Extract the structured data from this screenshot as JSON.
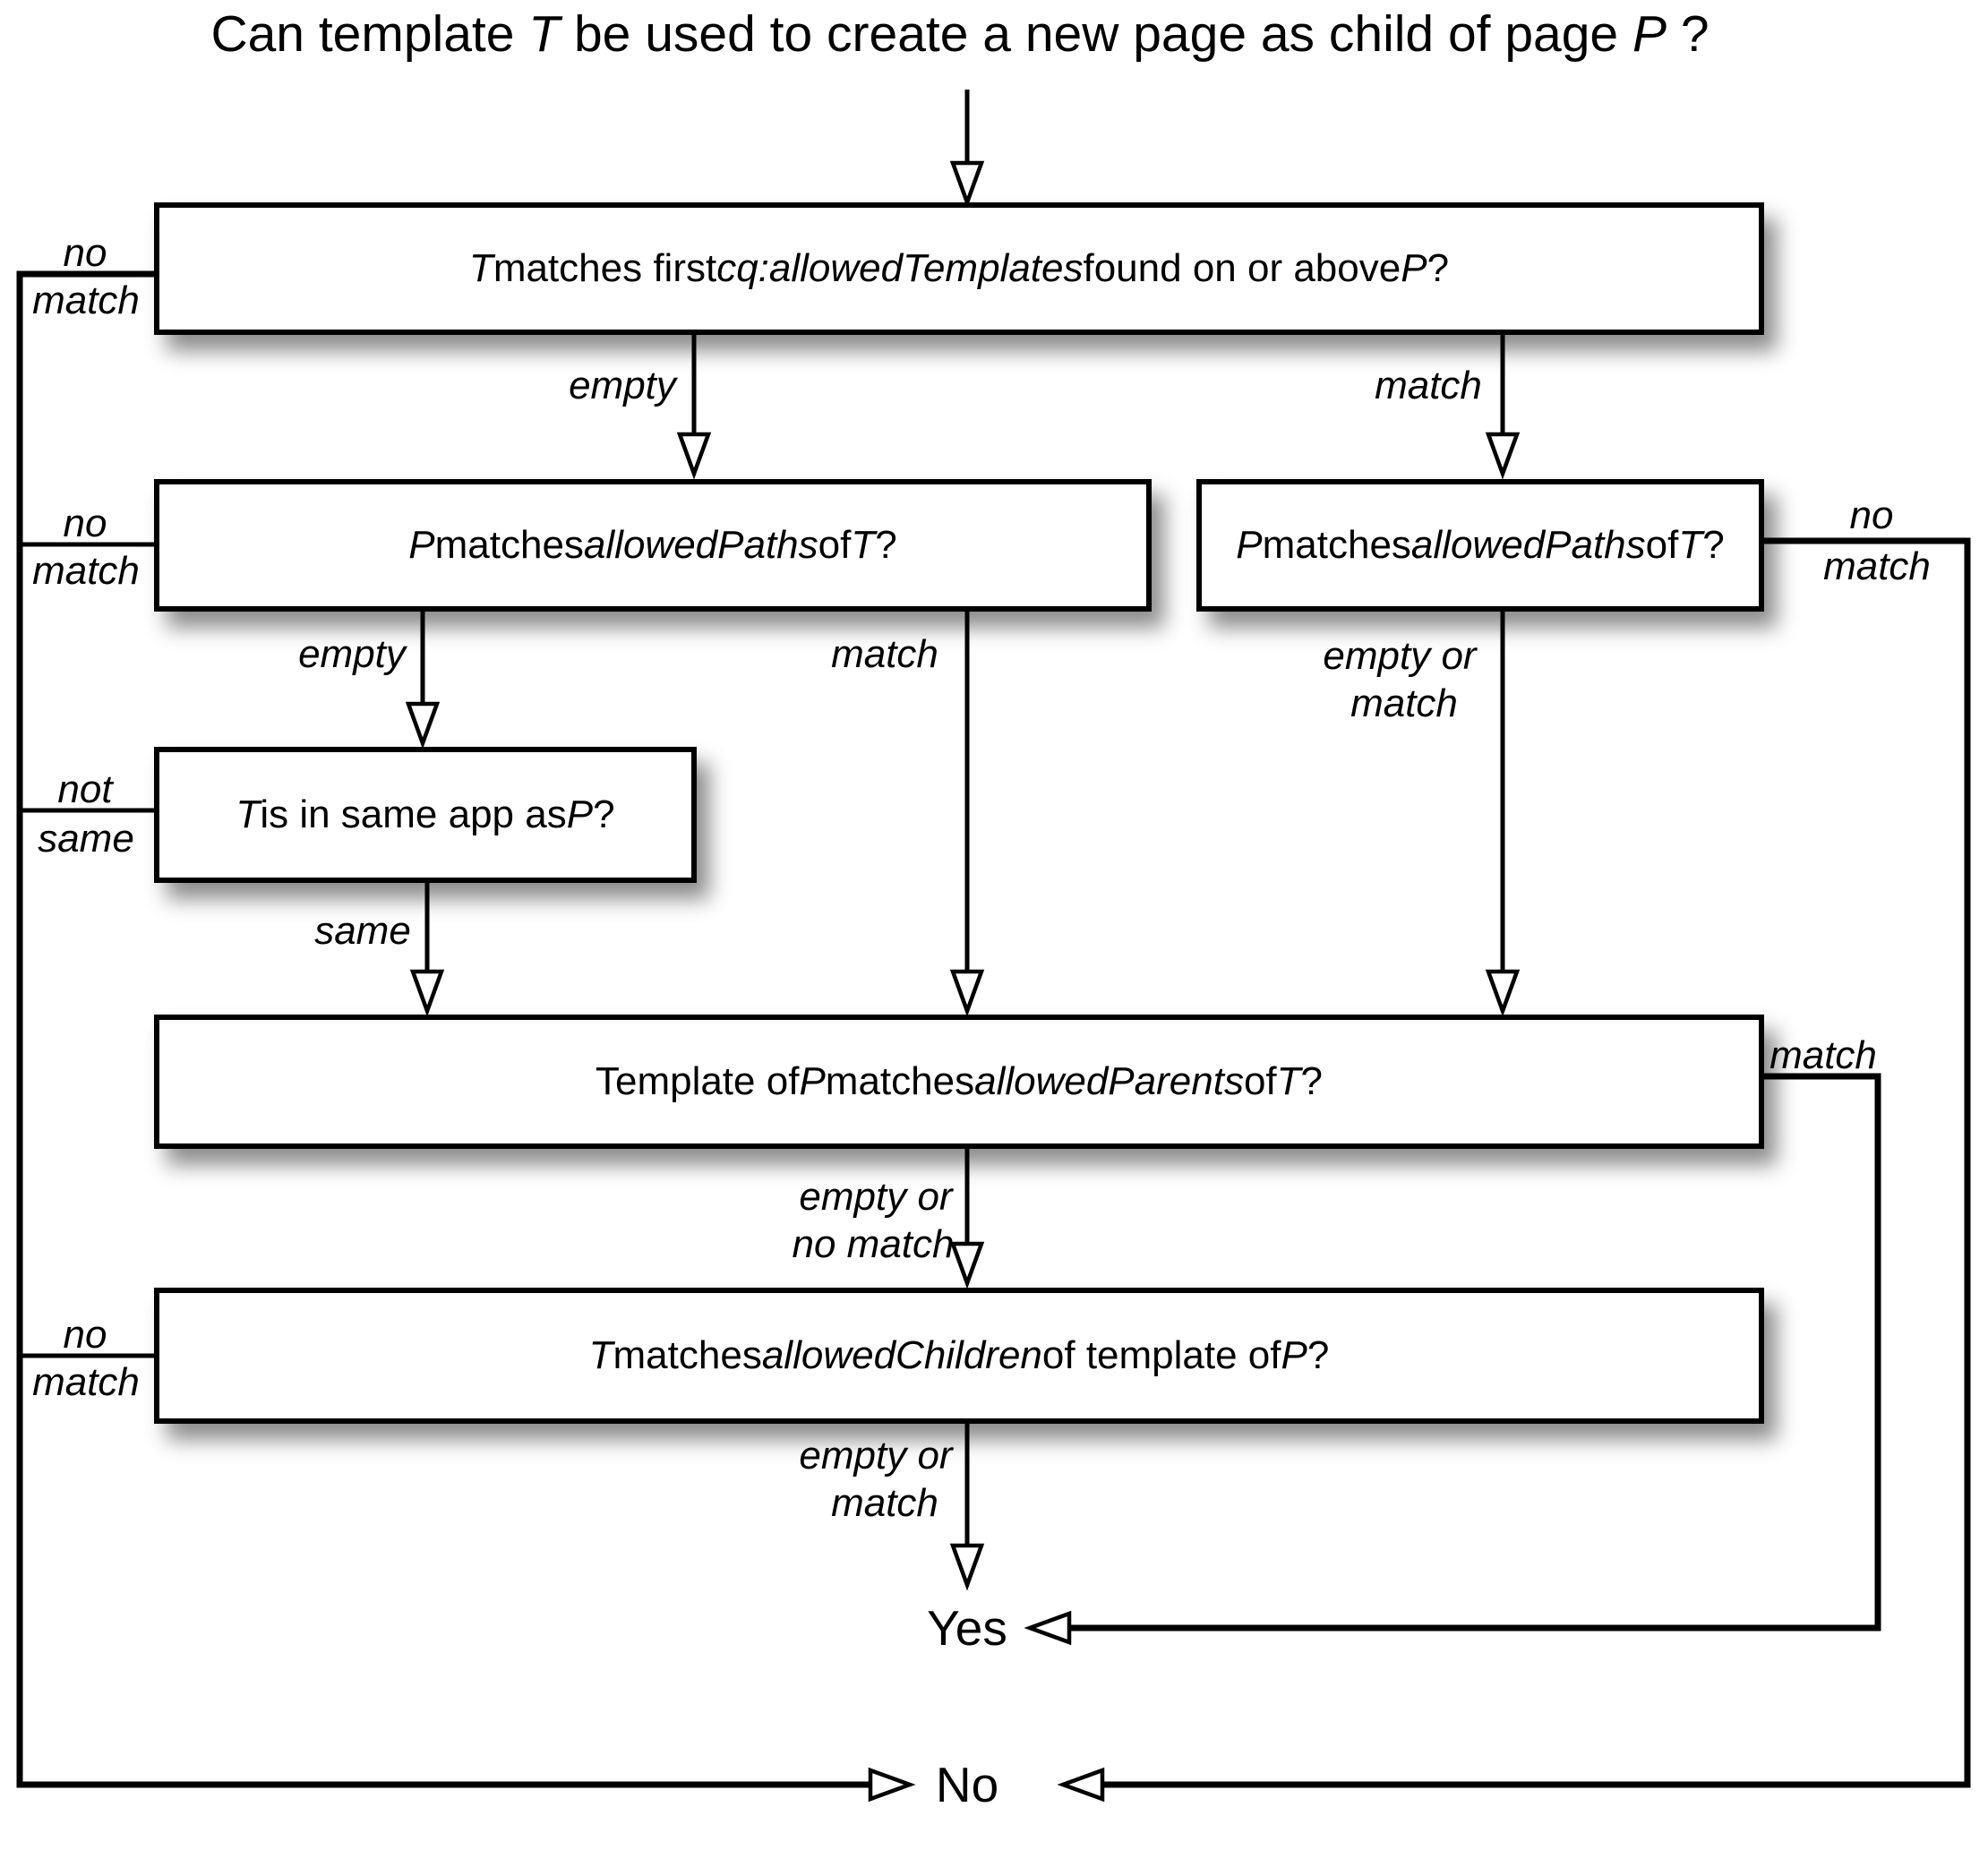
{
  "title_segments": [
    [
      "r",
      "Can template "
    ],
    [
      "i",
      "T"
    ],
    [
      "r",
      " be used to create a new page as child of page "
    ],
    [
      "i",
      "P"
    ],
    [
      "r",
      " ?"
    ]
  ],
  "nodes": {
    "allowed_templates": {
      "segments": [
        [
          "i",
          "T"
        ],
        [
          "r",
          " matches first "
        ],
        [
          "i",
          "cq:allowedTemplates"
        ],
        [
          "r",
          " found on or above "
        ],
        [
          "i",
          "P"
        ],
        [
          "r",
          " ?"
        ]
      ]
    },
    "allowed_paths_left": {
      "segments": [
        [
          "i",
          "P"
        ],
        [
          "r",
          " matches "
        ],
        [
          "i",
          "allowedPaths"
        ],
        [
          "r",
          " of "
        ],
        [
          "i",
          "T"
        ],
        [
          "r",
          " ?"
        ]
      ]
    },
    "allowed_paths_right": {
      "segments": [
        [
          "i",
          "P"
        ],
        [
          "r",
          " matches "
        ],
        [
          "i",
          "allowedPaths"
        ],
        [
          "r",
          " of "
        ],
        [
          "i",
          "T"
        ],
        [
          "r",
          " ?"
        ]
      ]
    },
    "same_app": {
      "segments": [
        [
          "i",
          "T"
        ],
        [
          "r",
          " is in same app as "
        ],
        [
          "i",
          "P"
        ],
        [
          "r",
          " ?"
        ]
      ]
    },
    "allowed_parents": {
      "segments": [
        [
          "r",
          "Template of "
        ],
        [
          "i",
          "P"
        ],
        [
          "r",
          " matches "
        ],
        [
          "i",
          "allowedParents"
        ],
        [
          "r",
          " of "
        ],
        [
          "i",
          "T"
        ],
        [
          "r",
          " ?"
        ]
      ]
    },
    "allowed_children": {
      "segments": [
        [
          "i",
          "T"
        ],
        [
          "r",
          " matches "
        ],
        [
          "i",
          "allowedChildren"
        ],
        [
          "r",
          " of template of "
        ],
        [
          "i",
          "P"
        ],
        [
          "r",
          " ?"
        ]
      ]
    }
  },
  "edge_labels": {
    "t1_no_match": [
      "no",
      "match"
    ],
    "t1_empty": "empty",
    "t1_match": "match",
    "p_left_no_match": [
      "no",
      "match"
    ],
    "p_left_empty": "empty",
    "p_left_match": "match",
    "p_right_no_match": [
      "no",
      "match"
    ],
    "p_right_empty_or_match": [
      "empty or",
      "match"
    ],
    "same_app_not_same": [
      "not",
      "same"
    ],
    "same_app_same": "same",
    "parents_match": "match",
    "parents_empty_or_no_match": [
      "empty or",
      "no match"
    ],
    "children_no_match": [
      "no",
      "match"
    ],
    "children_empty_or_match": [
      "empty or",
      "match"
    ]
  },
  "terminals": {
    "yes": "Yes",
    "no": "No"
  },
  "colors": {
    "line": "#000000",
    "text": "#000000",
    "box_fill": "#ffffff",
    "background": "#ffffff"
  }
}
